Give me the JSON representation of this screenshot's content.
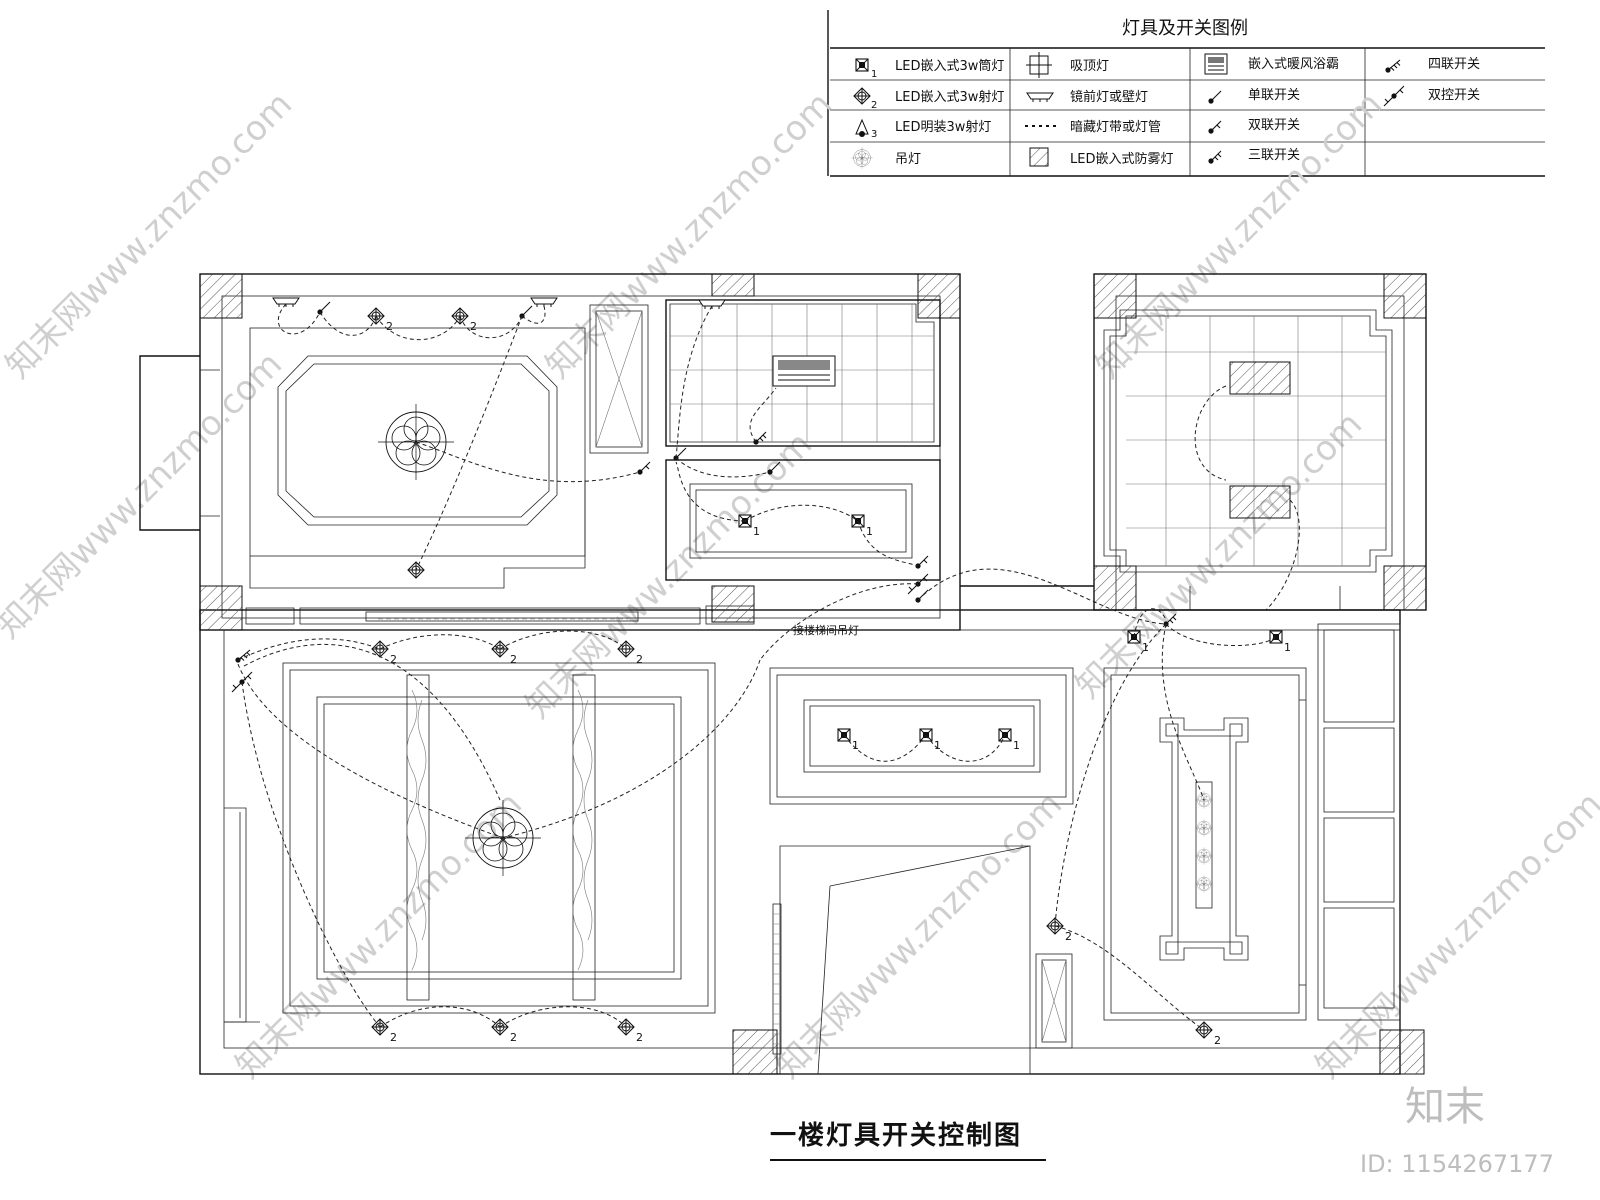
{
  "legend": {
    "title": "灯具及开关图例",
    "items": [
      {
        "label": "LED嵌入式3w筒灯",
        "sub": "1",
        "icon": "downlight-icon"
      },
      {
        "label": "LED嵌入式3w射灯",
        "sub": "2",
        "icon": "spotlight-icon"
      },
      {
        "label": "LED明装3w射灯",
        "sub": "3",
        "icon": "surface-spotlight-icon"
      },
      {
        "label": "吊灯",
        "icon": "chandelier-icon"
      },
      {
        "label": "吸顶灯",
        "icon": "ceiling-light-icon"
      },
      {
        "label": "镜前灯或壁灯",
        "icon": "wall-light-icon"
      },
      {
        "label": "暗藏灯带或灯管",
        "icon": "hidden-strip-icon"
      },
      {
        "label": "LED嵌入式防雾灯",
        "icon": "fog-light-icon"
      },
      {
        "label": "嵌入式暖风浴霸",
        "icon": "bath-heater-icon"
      },
      {
        "label": "单联开关",
        "icon": "single-switch-icon"
      },
      {
        "label": "双联开关",
        "icon": "double-switch-icon"
      },
      {
        "label": "三联开关",
        "icon": "triple-switch-icon"
      },
      {
        "label": "四联开关",
        "icon": "quad-switch-icon"
      },
      {
        "label": "双控开关",
        "icon": "two-way-switch-icon"
      }
    ]
  },
  "labels": {
    "stair_note": "接楼梯间吊灯",
    "drawing_title": "一楼灯具开关控制图",
    "fixture_tag_1": "1",
    "fixture_tag_2": "2"
  },
  "watermark": {
    "text": "知末网www.znzmo.com",
    "logo": "知末",
    "id": "ID: 1154267177"
  },
  "colors": {
    "line": "#111111",
    "watermark": "#cfcfcf"
  }
}
